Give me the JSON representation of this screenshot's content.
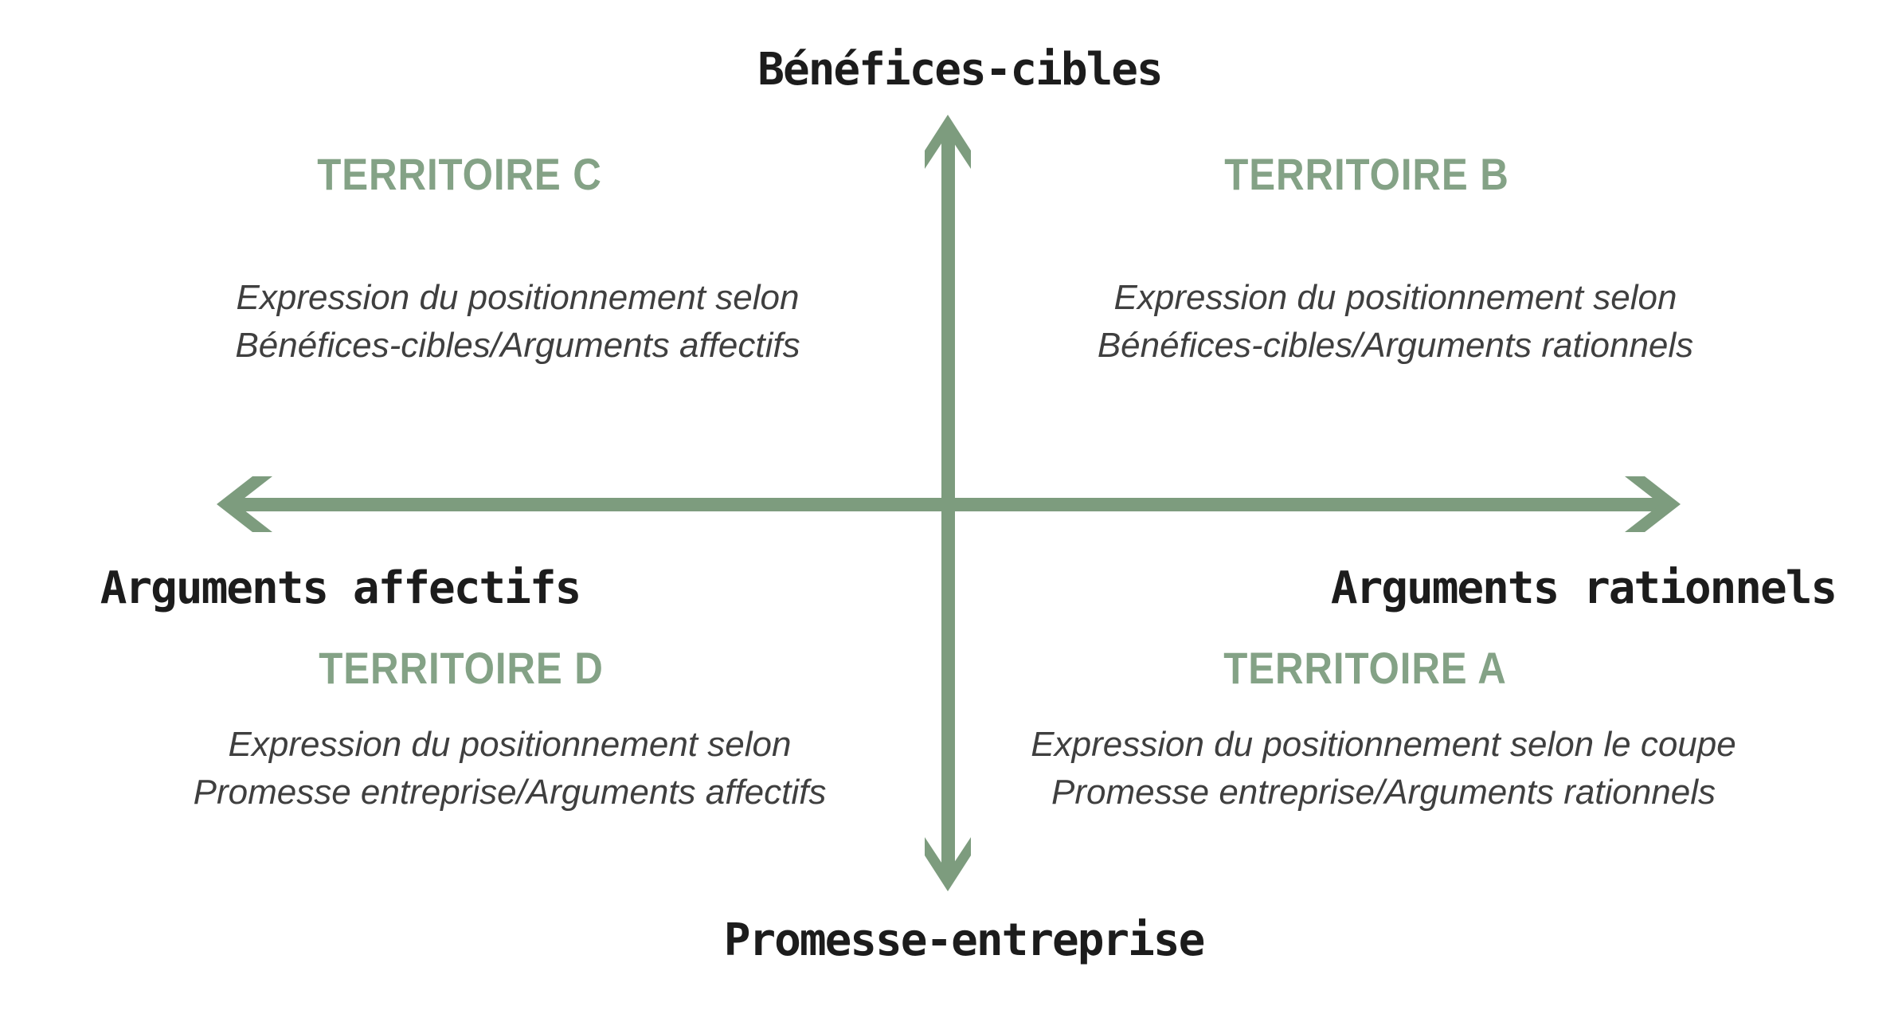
{
  "colors": {
    "background": "#ffffff",
    "axis_arrow": "#7d9c7e",
    "territory_title": "#84a286",
    "description_text": "#3f3f3f",
    "axis_label": "#1c1c1c"
  },
  "axes": {
    "top_label": "Bénéfices-cibles",
    "bottom_label": "Promesse-entreprise",
    "left_label": "Arguments affectifs",
    "right_label": "Arguments rationnels"
  },
  "quadrants": {
    "top_left": {
      "title": "TERRITOIRE C",
      "line1": "Expression du positionnement selon",
      "line2": "Bénéfices-cibles/Arguments affectifs"
    },
    "top_right": {
      "title": "TERRITOIRE B",
      "line1": "Expression du positionnement selon",
      "line2": "Bénéfices-cibles/Arguments rationnels"
    },
    "bottom_left": {
      "title": "TERRITOIRE D",
      "line1": "Expression du positionnement selon",
      "line2": "Promesse entreprise/Arguments affectifs"
    },
    "bottom_right": {
      "title": "TERRITOIRE A",
      "line1": "Expression du positionnement selon le coupe",
      "line2": "Promesse entreprise/Arguments rationnels"
    }
  }
}
